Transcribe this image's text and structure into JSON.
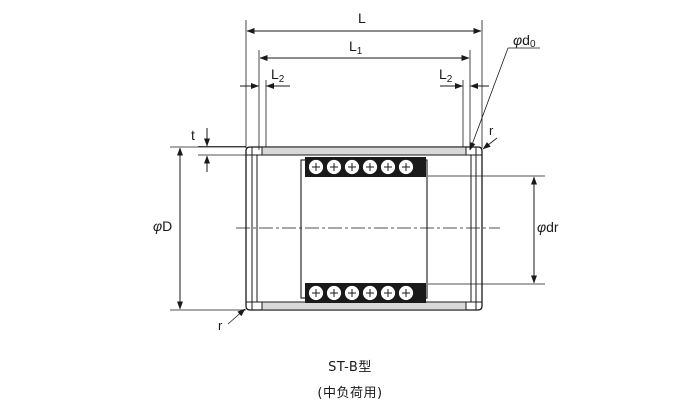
{
  "labels": {
    "overall_length": "L",
    "retainer_length": "L",
    "retainer_length_sub": "1",
    "end_length_left": "L",
    "end_length_left_sub": "2",
    "end_length_right": "L",
    "end_length_right_sub": "2",
    "diameter_sym": "φ",
    "outer_diameter": "D",
    "ball_circle_diameter": "dr",
    "end_diameter": "d",
    "end_diameter_sub": "0",
    "thickness": "t",
    "fillet_radius_top": "r",
    "fillet_radius_bottom": "r"
  },
  "caption": {
    "model": "ST-B型",
    "load_class": "(中负荷用)"
  },
  "colors": {
    "line": "#1a1a1a",
    "ball_row": "#1a1a1a",
    "ball": "#ffffff",
    "sleeve_fill": "#d8d8d8"
  }
}
